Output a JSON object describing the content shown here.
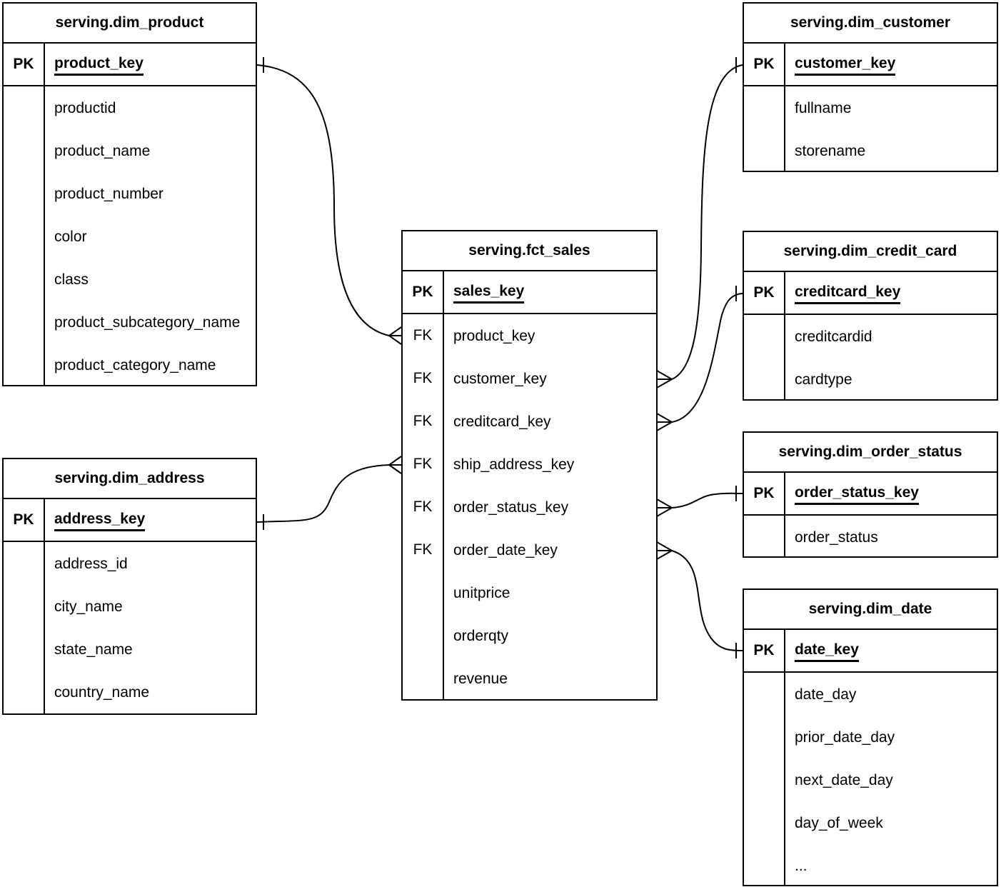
{
  "diagram": {
    "notation": "crows-foot-er",
    "key_labels": {
      "primary": "PK",
      "foreign": "FK"
    },
    "line_color": "#000000",
    "background_color": "#ffffff",
    "tables": [
      {
        "id": "dim_product",
        "title": "serving.dim_product",
        "pk": {
          "label": "PK",
          "name": "product_key"
        },
        "fields": [
          {
            "key": "",
            "name": "productid"
          },
          {
            "key": "",
            "name": "product_name"
          },
          {
            "key": "",
            "name": "product_number"
          },
          {
            "key": "",
            "name": "color"
          },
          {
            "key": "",
            "name": "class"
          },
          {
            "key": "",
            "name": "product_subcategory_​name"
          },
          {
            "key": "",
            "name": "product_category_name"
          }
        ]
      },
      {
        "id": "dim_address",
        "title": "serving.dim_address",
        "pk": {
          "label": "PK",
          "name": "address_key"
        },
        "fields": [
          {
            "key": "",
            "name": "address_id"
          },
          {
            "key": "",
            "name": "city_name"
          },
          {
            "key": "",
            "name": "state_name"
          },
          {
            "key": "",
            "name": "country_name"
          }
        ]
      },
      {
        "id": "fct_sales",
        "title": "serving.fct_sales",
        "pk": {
          "label": "PK",
          "name": "sales_key"
        },
        "fields": [
          {
            "key": "FK",
            "name": "product_key"
          },
          {
            "key": "FK",
            "name": "customer_key"
          },
          {
            "key": "FK",
            "name": "creditcard_key"
          },
          {
            "key": "FK",
            "name": "ship_address_key"
          },
          {
            "key": "FK",
            "name": "order_status_key"
          },
          {
            "key": "FK",
            "name": "order_date_key"
          },
          {
            "key": "",
            "name": "unitprice"
          },
          {
            "key": "",
            "name": "orderqty"
          },
          {
            "key": "",
            "name": "revenue"
          }
        ]
      },
      {
        "id": "dim_customer",
        "title": "serving.dim_customer",
        "pk": {
          "label": "PK",
          "name": "customer_key"
        },
        "fields": [
          {
            "key": "",
            "name": "fullname"
          },
          {
            "key": "",
            "name": "storename"
          }
        ]
      },
      {
        "id": "dim_credit_card",
        "title": "serving.dim_credit_card",
        "pk": {
          "label": "PK",
          "name": "creditcard_key"
        },
        "fields": [
          {
            "key": "",
            "name": "creditcardid"
          },
          {
            "key": "",
            "name": "cardtype"
          }
        ]
      },
      {
        "id": "dim_order_status",
        "title": "serving.dim_order_status",
        "pk": {
          "label": "PK",
          "name": "order_status_key"
        },
        "fields": [
          {
            "key": "",
            "name": "order_status"
          }
        ]
      },
      {
        "id": "dim_date",
        "title": "serving.dim_date",
        "pk": {
          "label": "PK",
          "name": "date_key"
        },
        "fields": [
          {
            "key": "",
            "name": "date_day"
          },
          {
            "key": "",
            "name": "prior_date_day"
          },
          {
            "key": "",
            "name": "next_date_day"
          },
          {
            "key": "",
            "name": "day_of_week"
          },
          {
            "key": "",
            "name": "..."
          }
        ]
      }
    ],
    "relationships": [
      {
        "many_end": "serving.fct_sales.product_key",
        "one_end": "serving.dim_product.product_key",
        "cardinality": "many-to-one"
      },
      {
        "many_end": "serving.fct_sales.ship_address_key",
        "one_end": "serving.dim_address.address_key",
        "cardinality": "many-to-one"
      },
      {
        "many_end": "serving.fct_sales.customer_key",
        "one_end": "serving.dim_customer.customer_key",
        "cardinality": "many-to-one"
      },
      {
        "many_end": "serving.fct_sales.creditcard_key",
        "one_end": "serving.dim_credit_card.creditcard_key",
        "cardinality": "many-to-one"
      },
      {
        "many_end": "serving.fct_sales.order_status_key",
        "one_end": "serving.dim_order_status.order_status_key",
        "cardinality": "many-to-one"
      },
      {
        "many_end": "serving.fct_sales.order_date_key",
        "one_end": "serving.dim_date.date_key",
        "cardinality": "many-to-one"
      }
    ]
  }
}
